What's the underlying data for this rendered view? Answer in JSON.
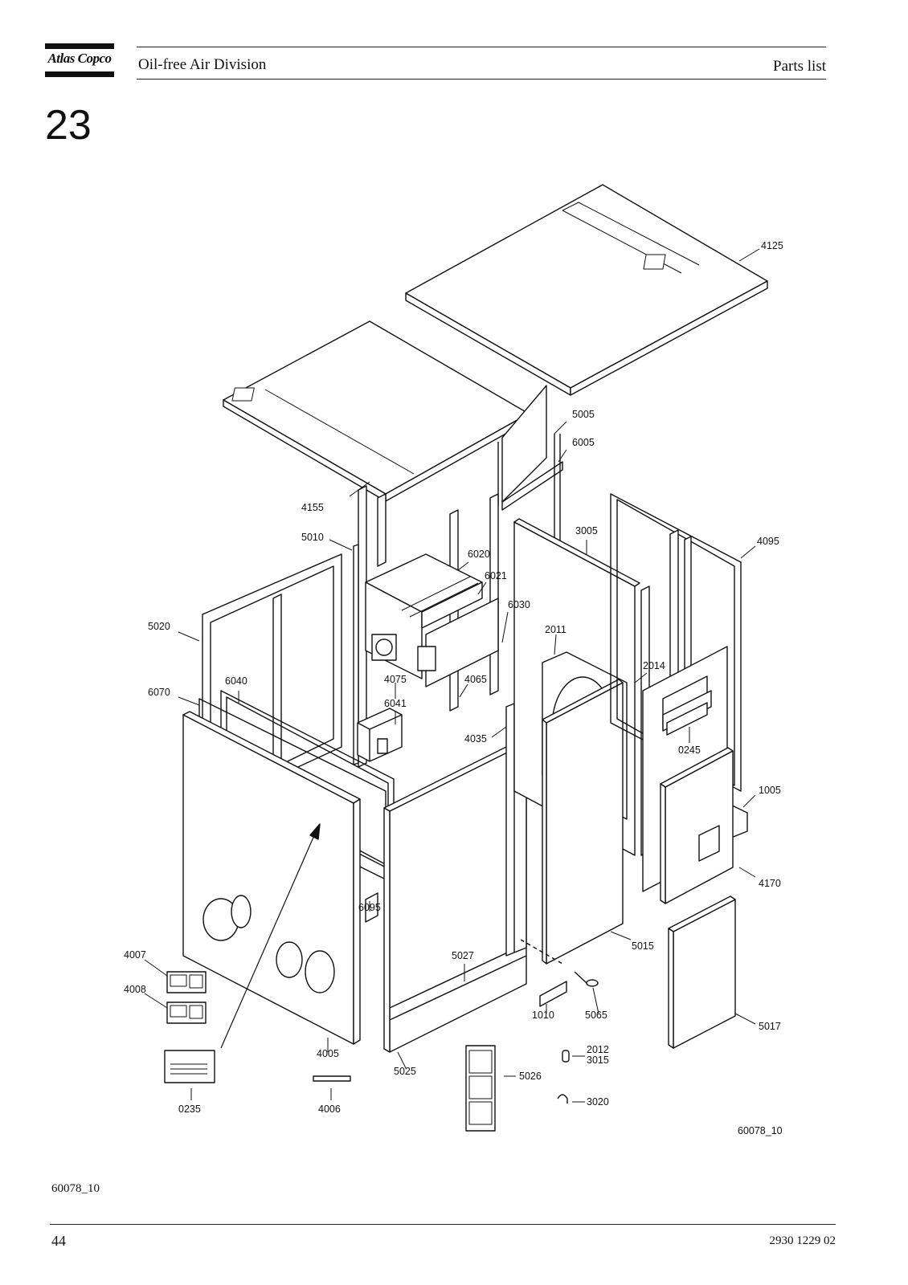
{
  "header": {
    "logo_text": "Atlas Copco",
    "division": "Oil-free Air Division",
    "section": "Parts list"
  },
  "page_heading": "23",
  "diagram": {
    "figure_ref": "60078_10",
    "callouts": [
      "4125",
      "4155",
      "5005",
      "6005",
      "5010",
      "6020",
      "6021",
      "6030",
      "3005",
      "4095",
      "5020",
      "2011",
      "2014",
      "6040",
      "4075",
      "4065",
      "6070",
      "6041",
      "4035",
      "0245",
      "1005",
      "4170",
      "6095",
      "5027",
      "5015",
      "4007",
      "4008",
      "1010",
      "5065",
      "5017",
      "4005",
      "5025",
      "5026",
      "2012",
      "3015",
      "3020",
      "0235",
      "4006"
    ]
  },
  "footer": {
    "figure_ref": "60078_10",
    "page_number": "44",
    "document_code": "2930 1229 02"
  }
}
